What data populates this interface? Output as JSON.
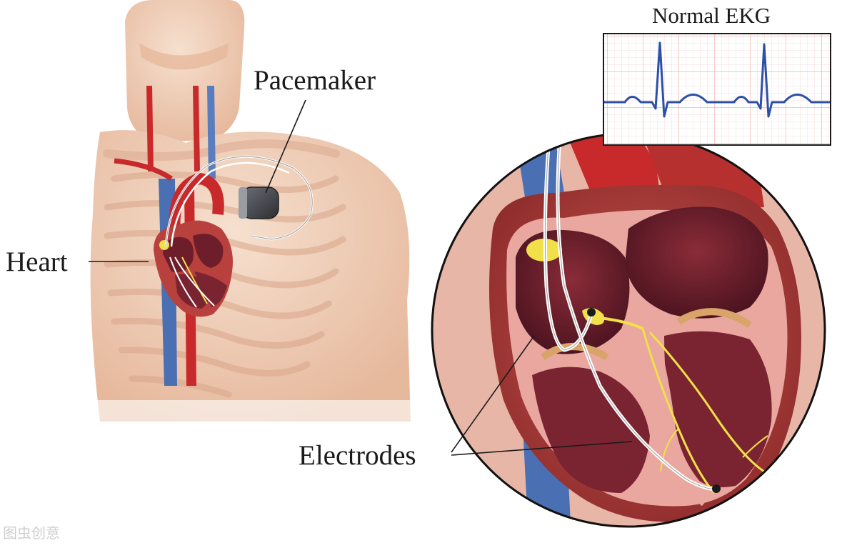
{
  "labels": {
    "pacemaker": "Pacemaker",
    "heart": "Heart",
    "electrodes": "Electrodes",
    "ekg_title": "Normal EKG",
    "watermark": "图虫创意"
  },
  "colors": {
    "skin": "#f1d5c0",
    "skin_shadow": "#e2b79b",
    "artery": "#c8292b",
    "vein": "#4a6fb3",
    "heart_muscle": "#b8413e",
    "heart_chamber": "#6e1e2a",
    "heart_inner_wall": "#e9a79f",
    "conduction": "#f2e04a",
    "lead_wire": "#ffffff",
    "ekg_grid": "#f4b9b9",
    "ekg_trace": "#2b50a8",
    "pacemaker_device": "#3d3f45"
  }
}
